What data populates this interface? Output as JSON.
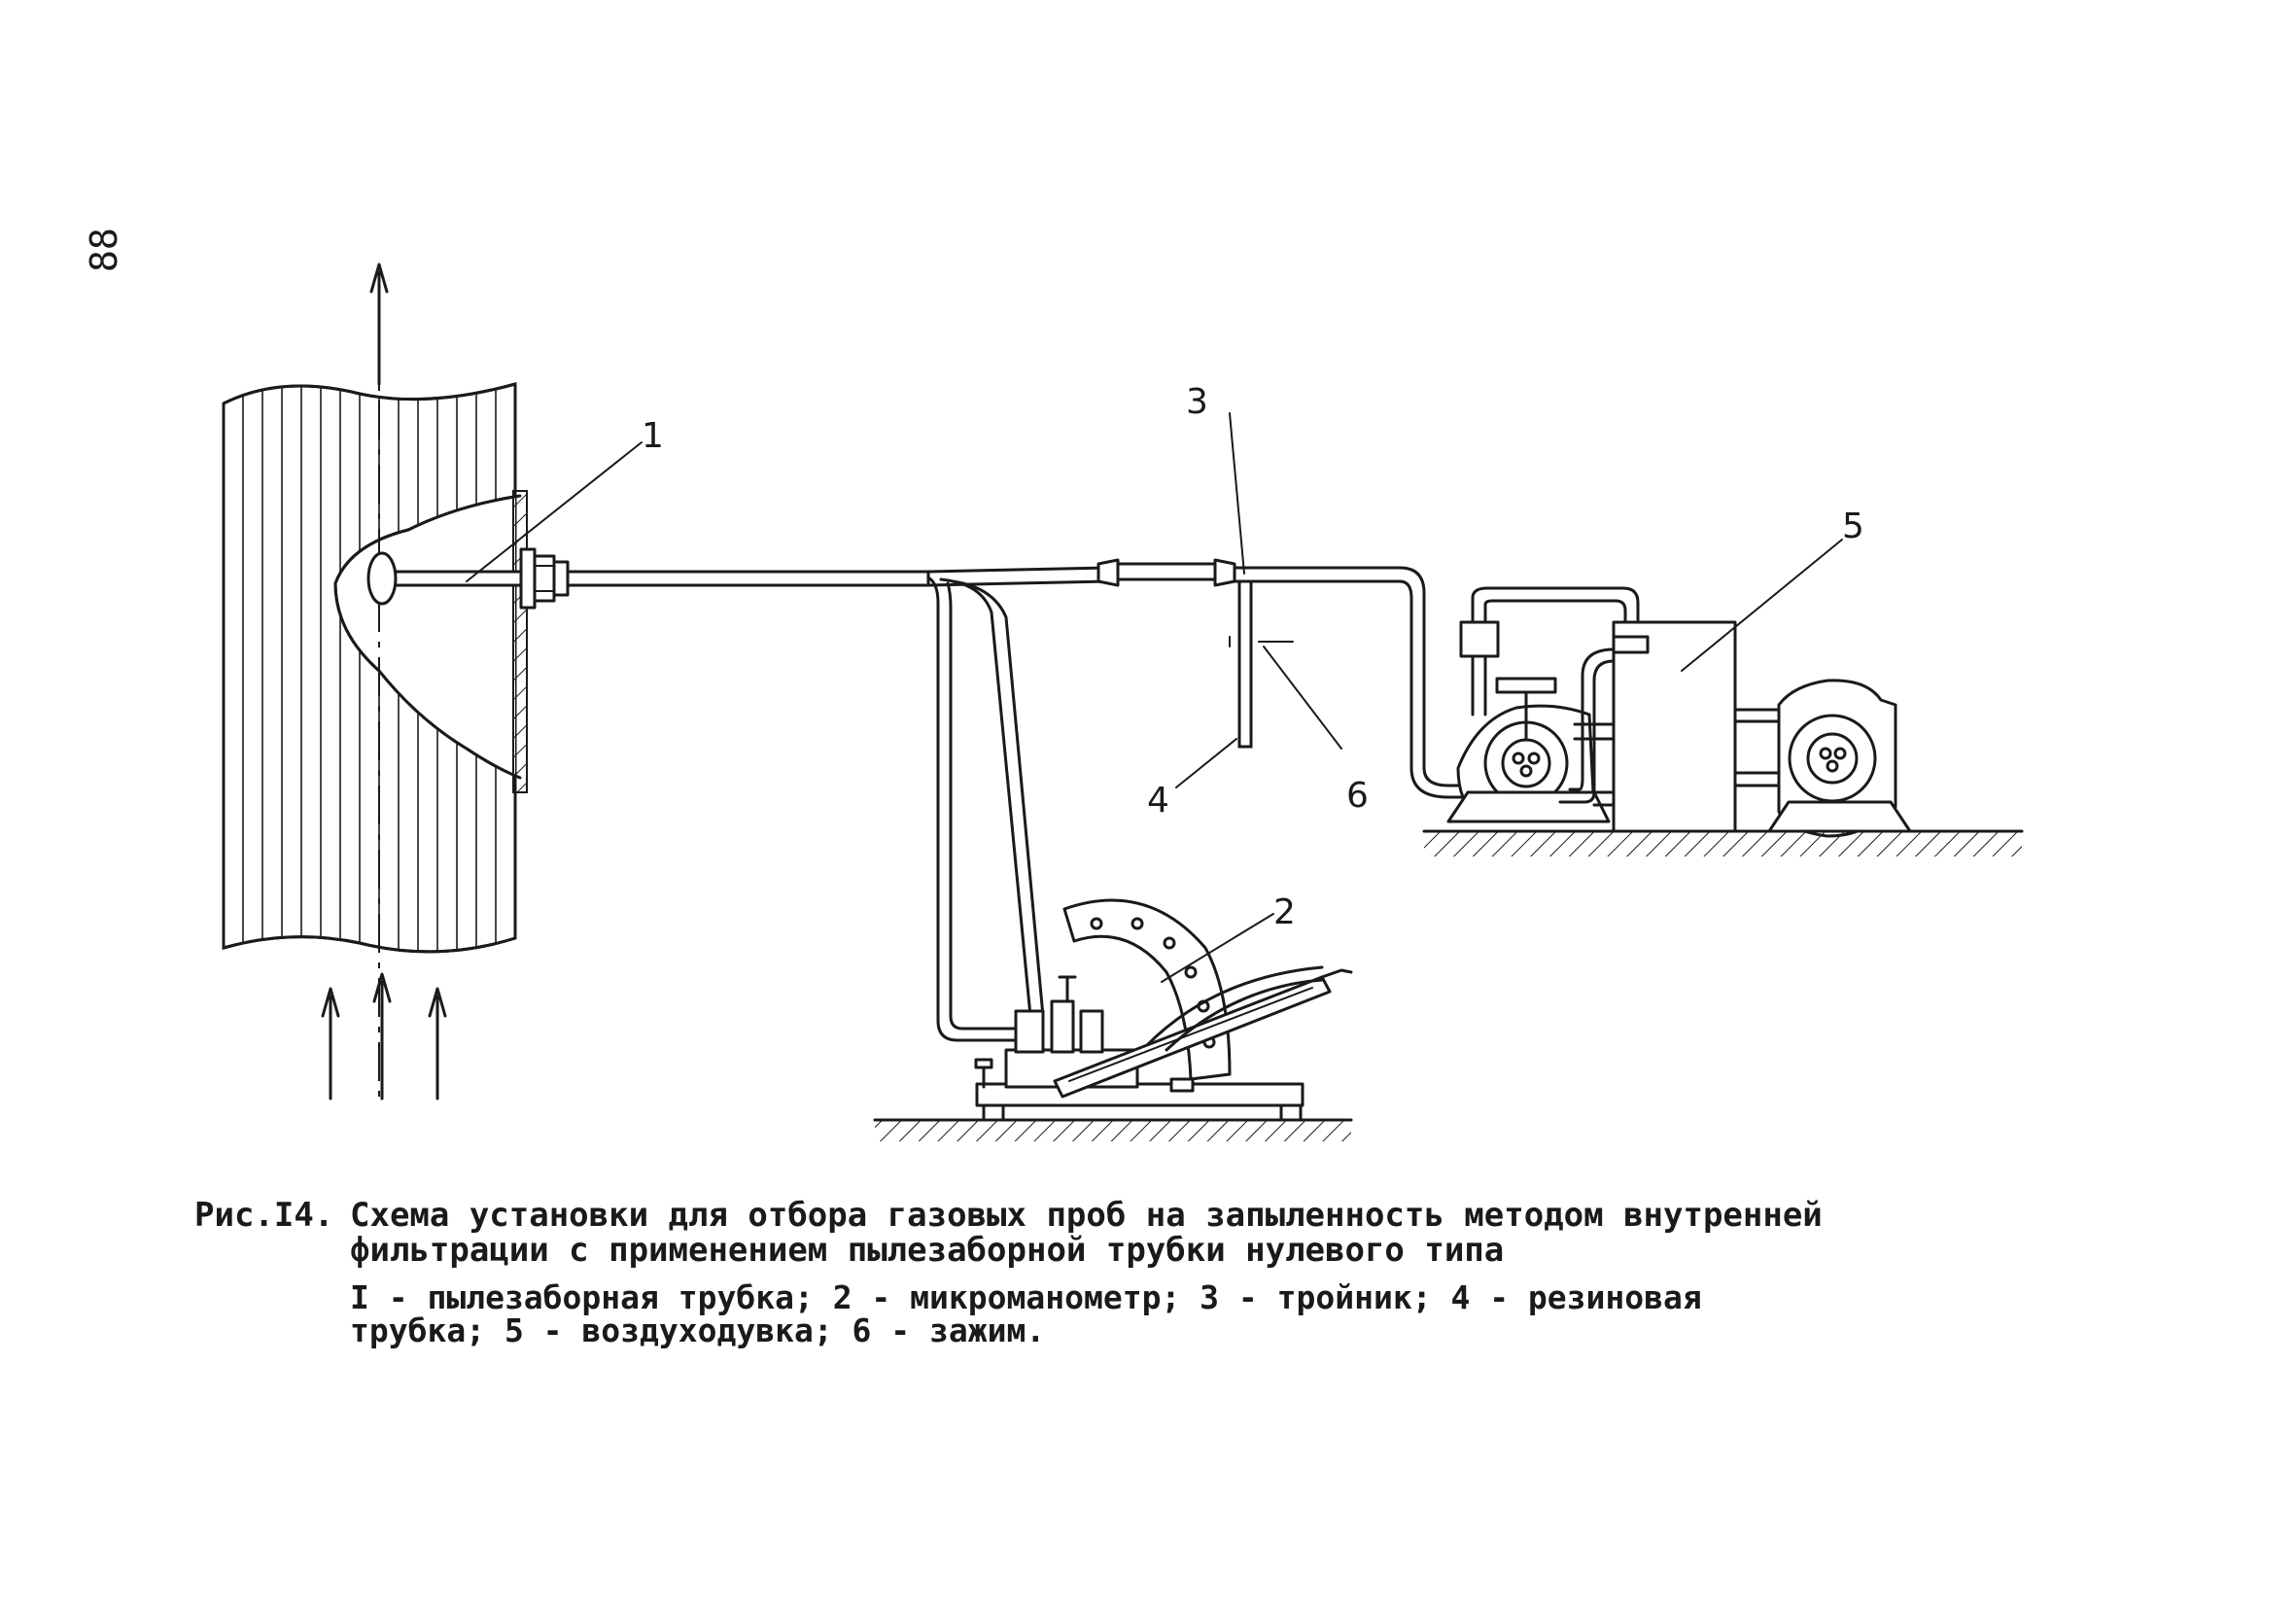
{
  "page_number": "88",
  "labels": {
    "l1": "1",
    "l2": "2",
    "l3": "3",
    "l4": "4",
    "l5": "5",
    "l6": "6"
  },
  "caption": {
    "number": "Рис.I4.",
    "title_line1": "Схема установки для отбора газовых проб на запыленность методом внутренней",
    "title_line2": "фильтрации с применением пылезаборной трубки нулевого типа",
    "legend_line1": "I - пылезаборная трубка; 2 - микроманометр; 3 - тройник; 4 - резиновая",
    "legend_line2": "трубка; 5 - воздуходувка; 6 - зажим."
  }
}
